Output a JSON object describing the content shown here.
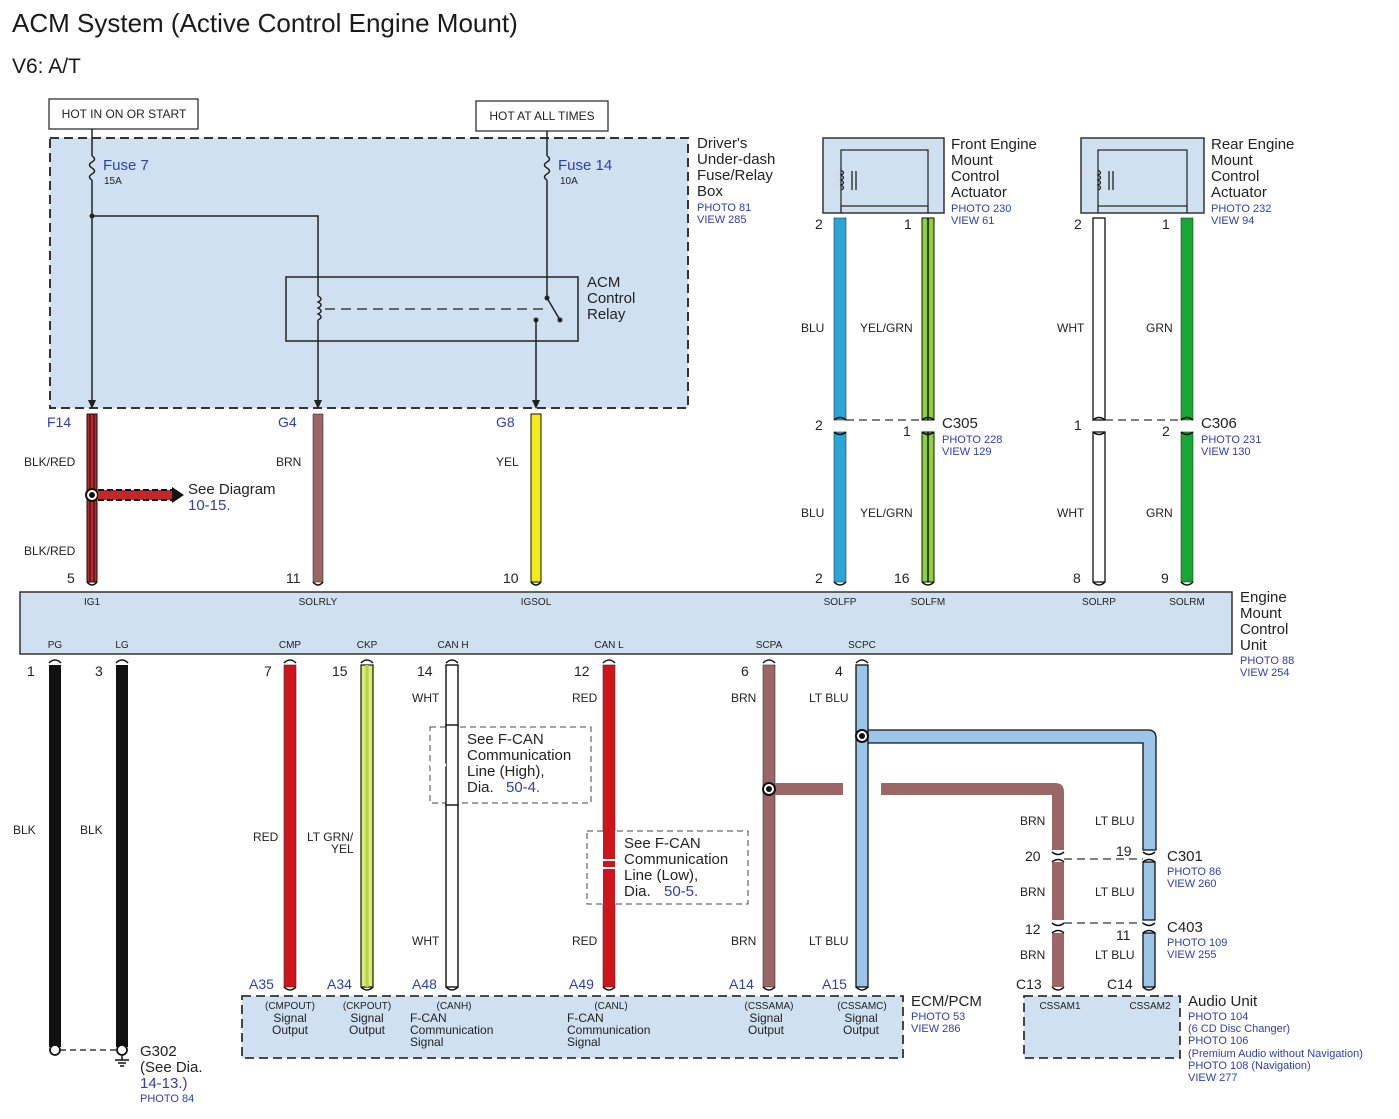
{
  "title": "ACM System (Active Control Engine Mount)",
  "subtitle": "V6: A/T",
  "hot_labels": {
    "ign": "HOT IN ON OR START",
    "always": "HOT AT ALL TIMES"
  },
  "fuse_box": {
    "name": [
      "Driver's",
      "Under-dash",
      "Fuse/Relay",
      "Box"
    ],
    "photo": "PHOTO 81",
    "view": "VIEW 285",
    "fuse7": "Fuse 7",
    "fuse7_amp": "15A",
    "fuse14": "Fuse 14",
    "fuse14_amp": "10A",
    "relay": [
      "ACM",
      "Control",
      "Relay"
    ],
    "pins": {
      "f14": "F14",
      "g4": "G4",
      "g8": "G8"
    }
  },
  "front_actuator": {
    "name": [
      "Front Engine",
      "Mount",
      "Control",
      "Actuator"
    ],
    "photo": "PHOTO 230",
    "view": "VIEW 61",
    "pin_left": "2",
    "pin_right": "1"
  },
  "rear_actuator": {
    "name": [
      "Rear Engine",
      "Mount",
      "Control",
      "Actuator"
    ],
    "photo": "PHOTO 232",
    "view": "VIEW 94",
    "pin_left": "2",
    "pin_right": "1"
  },
  "connectors": {
    "c305": {
      "name": "C305",
      "photo": "PHOTO 228",
      "view": "VIEW 129",
      "pin_left": "2",
      "pin_right": "1"
    },
    "c306": {
      "name": "C306",
      "photo": "PHOTO 231",
      "view": "VIEW 130",
      "pin_left": "1",
      "pin_right": "2"
    },
    "c301": {
      "name": "C301",
      "photo": "PHOTO 86",
      "view": "VIEW 260",
      "pin_left": "20",
      "pin_right": "19"
    },
    "c403": {
      "name": "C403",
      "photo": "PHOTO 109",
      "view": "VIEW 255",
      "pin_left": "12",
      "pin_right": "11"
    }
  },
  "wire_colors": {
    "blk_red": "BLK/RED",
    "brn": "BRN",
    "yel": "YEL",
    "blu": "BLU",
    "yel_grn": "YEL/GRN",
    "wht": "WHT",
    "grn": "GRN",
    "blk": "BLK",
    "red": "RED",
    "lt_grn_1": "LT GRN/",
    "lt_grn_2": "YEL",
    "lt_blu": "LT BLU"
  },
  "see_diagram": {
    "text": "See Diagram",
    "ref": "10-15."
  },
  "ecu": {
    "name": [
      "Engine",
      "Mount",
      "Control",
      "Unit"
    ],
    "photo": "PHOTO 88",
    "view": "VIEW 254",
    "top_pins": [
      {
        "num": "5",
        "sig": "IG1"
      },
      {
        "num": "11",
        "sig": "SOLRLY"
      },
      {
        "num": "10",
        "sig": "IGSOL"
      },
      {
        "num": "2",
        "sig": "SOLFP"
      },
      {
        "num": "16",
        "sig": "SOLFM"
      },
      {
        "num": "8",
        "sig": "SOLRP"
      },
      {
        "num": "9",
        "sig": "SOLRM"
      }
    ],
    "bottom_pins": [
      {
        "num": "1",
        "sig": "PG"
      },
      {
        "num": "3",
        "sig": "LG"
      },
      {
        "num": "7",
        "sig": "CMP"
      },
      {
        "num": "15",
        "sig": "CKP"
      },
      {
        "num": "14",
        "sig": "CAN H"
      },
      {
        "num": "12",
        "sig": "CAN L"
      },
      {
        "num": "6",
        "sig": "SCPA"
      },
      {
        "num": "4",
        "sig": "SCPC"
      }
    ]
  },
  "fcan_high": {
    "lines": [
      "See F-CAN",
      "Communication",
      "Line (High),"
    ],
    "dia": "Dia.",
    "ref": "50-4."
  },
  "fcan_low": {
    "lines": [
      "See F-CAN",
      "Communication",
      "Line (Low),"
    ],
    "dia": "Dia.",
    "ref": "50-5."
  },
  "ecm": {
    "name": "ECM/PCM",
    "photo": "PHOTO 53",
    "view": "VIEW 286",
    "pins": [
      "A35",
      "A34",
      "A48",
      "A49",
      "A14",
      "A15"
    ],
    "sigs": [
      {
        "code": "(CMPOUT)",
        "l1": "Signal",
        "l2": "Output"
      },
      {
        "code": "(CKPOUT)",
        "l1": "Signal",
        "l2": "Output"
      },
      {
        "code": "(CANH)",
        "l1": "F-CAN",
        "l2": "Communication",
        "l3": "Signal"
      },
      {
        "code": "(CANL)",
        "l1": "F-CAN",
        "l2": "Communication",
        "l3": "Signal"
      },
      {
        "code": "(CSSAMA)",
        "l1": "Signal",
        "l2": "Output"
      },
      {
        "code": "(CSSAMC)",
        "l1": "Signal",
        "l2": "Output"
      }
    ]
  },
  "audio": {
    "name": "Audio Unit",
    "pins": [
      "C13",
      "C14"
    ],
    "sigs": [
      "CSSAM1",
      "CSSAM2"
    ],
    "refs": [
      "PHOTO 104",
      "(6 CD Disc Changer)",
      "PHOTO 106",
      "(Premium Audio without Navigation)",
      "PHOTO 108 (Navigation)",
      "VIEW 277"
    ]
  },
  "ground": {
    "name": "G302",
    "see": "(See Dia.",
    "ref": "14-13.)",
    "photo": "PHOTO 84"
  },
  "colors": {
    "panel": "#cfe0f1",
    "blk_red": "#c1272d",
    "brn": "#9a6666",
    "yel": "#f3ec19",
    "blu": "#2aa6d4",
    "yel_grn": "#8fd13b",
    "grn": "#16a833",
    "red": "#d0141c",
    "lt_grn": "#d5ec75",
    "lt_blu": "#9cc5ea",
    "label_blue": "#2d3eb4"
  }
}
